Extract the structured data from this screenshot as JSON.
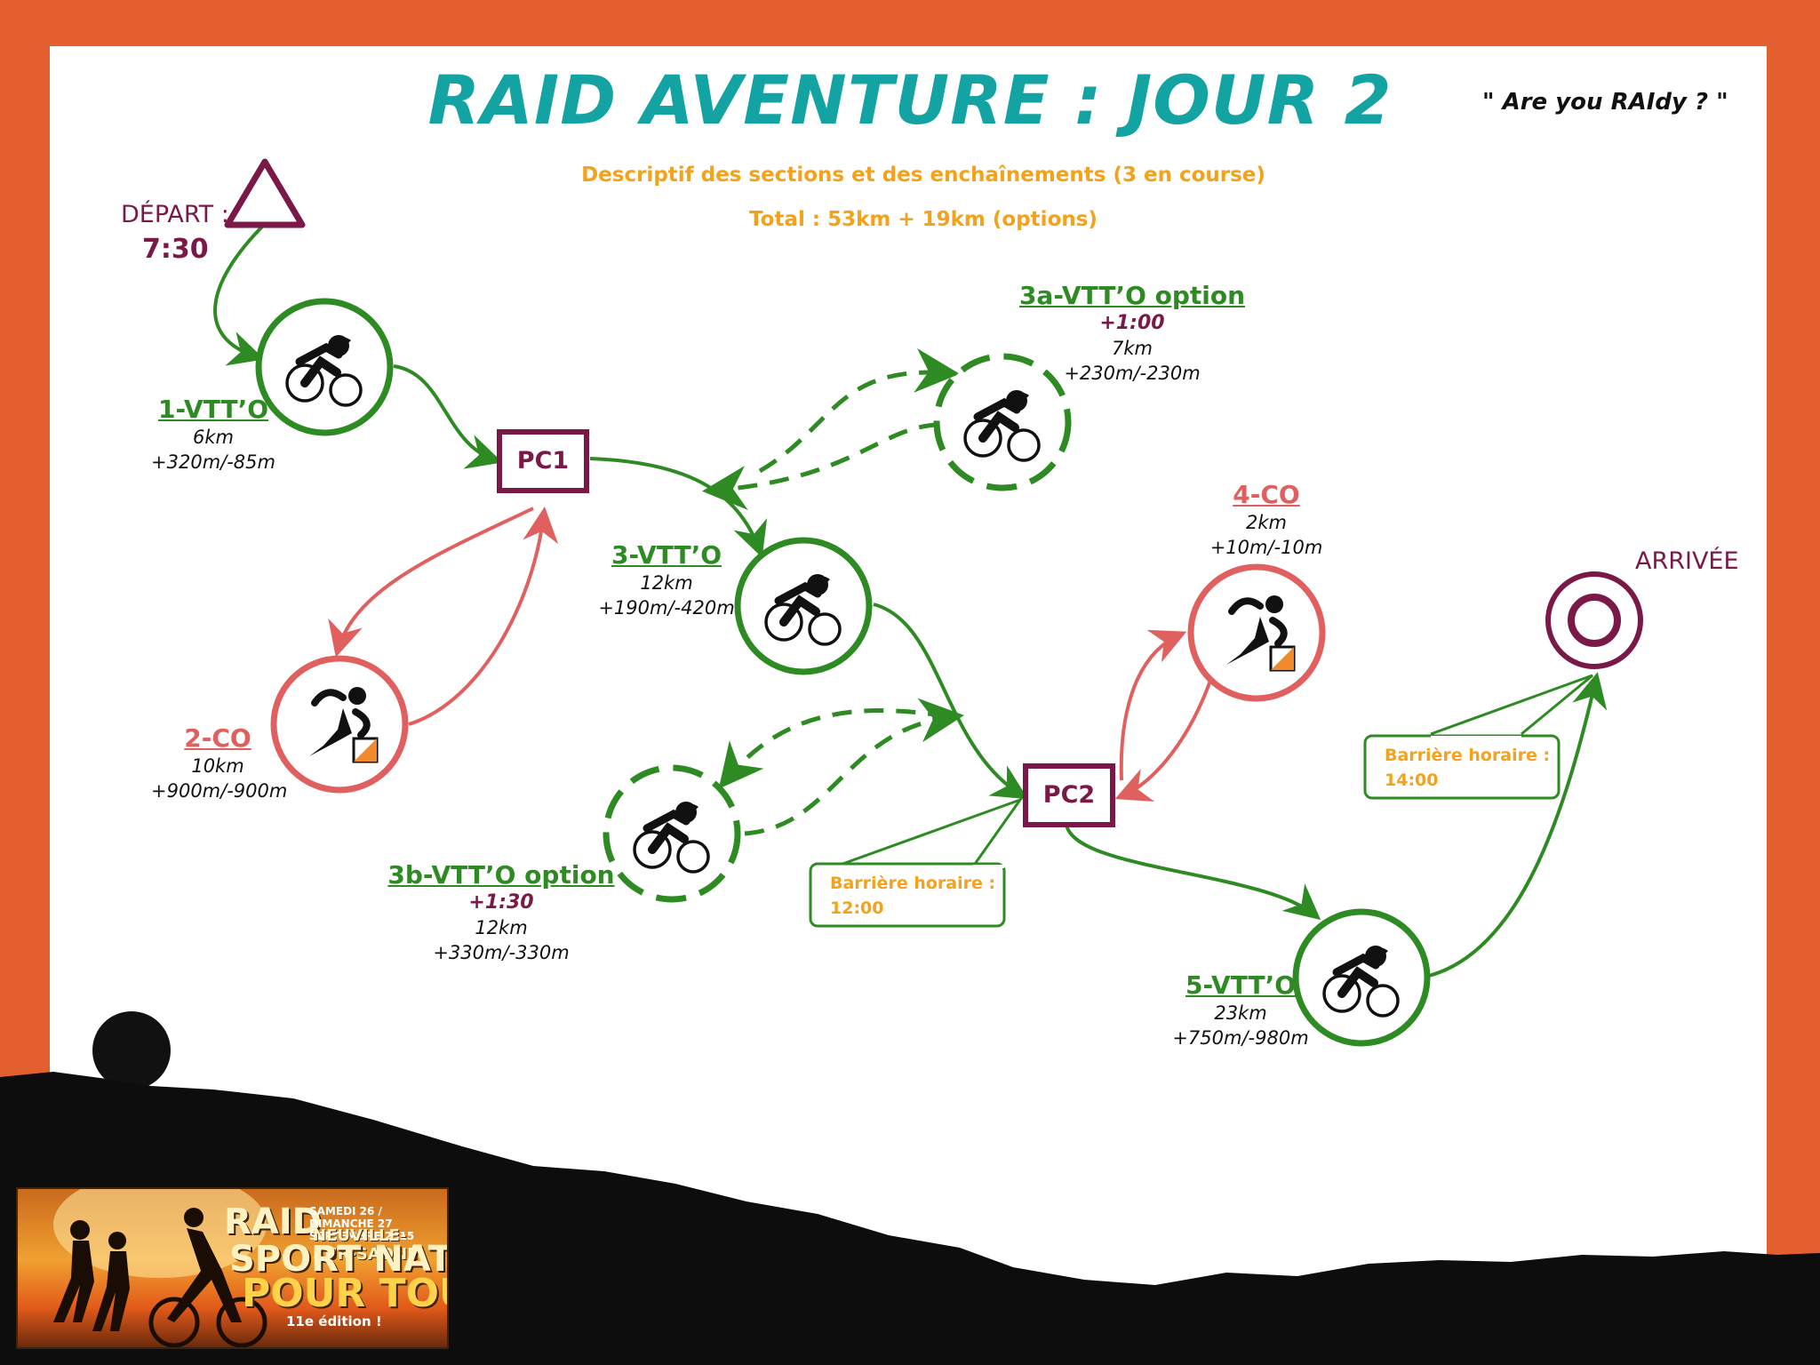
{
  "title": "RAID AVENTURE : JOUR 2",
  "motto": "\" Are you RAIdy ? \"",
  "subtitle_line1": "Descriptif des sections et des enchaînements (3 en course)",
  "subtitle_line2": "Total : 53km + 19km (options)",
  "start": {
    "label": "DÉPART :",
    "time": "7:30"
  },
  "finish": {
    "label": "ARRIVÉE"
  },
  "checkpoints": [
    {
      "id": "pc1",
      "label": "PC1"
    },
    {
      "id": "pc2",
      "label": "PC2"
    }
  ],
  "sections": [
    {
      "id": "s1",
      "name": "1-VTT’O",
      "distance": "6km",
      "elevation": "+320m/-85m",
      "discipline": "bike-icon"
    },
    {
      "id": "s2",
      "name": "2-CO",
      "distance": "10km",
      "elevation": "+900m/-900m",
      "discipline": "runner-icon"
    },
    {
      "id": "s3",
      "name": "3-VTT’O",
      "distance": "12km",
      "elevation": "+190m/-420m",
      "discipline": "bike-icon"
    },
    {
      "id": "s3a",
      "name": "3a-VTT’O option",
      "extra_time": "+1:00",
      "distance": "7km",
      "elevation": "+230m/-230m",
      "discipline": "bike-icon"
    },
    {
      "id": "s3b",
      "name": "3b-VTT’O option",
      "extra_time": "+1:30",
      "distance": "12km",
      "elevation": "+330m/-330m",
      "discipline": "bike-icon"
    },
    {
      "id": "s4",
      "name": "4-CO",
      "distance": "2km",
      "elevation": "+10m/-10m",
      "discipline": "runner-icon"
    },
    {
      "id": "s5",
      "name": "5-VTT’O",
      "distance": "23km",
      "elevation": "+750m/-980m",
      "discipline": "bike-icon"
    }
  ],
  "time_barriers": [
    {
      "label": "Barrière horaire :",
      "time": "12:00"
    },
    {
      "label": "Barrière horaire :",
      "time": "14:00"
    }
  ],
  "logo": {
    "line1": "RAID",
    "date": "SAMEDI 26 / DIMANCHE 27 SEPTEMBRE 2015",
    "place": "NEUVILLE-SUR-SAONE",
    "line2": "SPORT NATURE",
    "line3": "POUR TOUS !",
    "edition": "11e édition !"
  },
  "colors": {
    "frame": "#e35f30",
    "title": "#13a3a3",
    "bike": "#2e8a22",
    "run": "#e06060",
    "checkpoint": "#7a1848",
    "barrier": "#f3a21c"
  }
}
